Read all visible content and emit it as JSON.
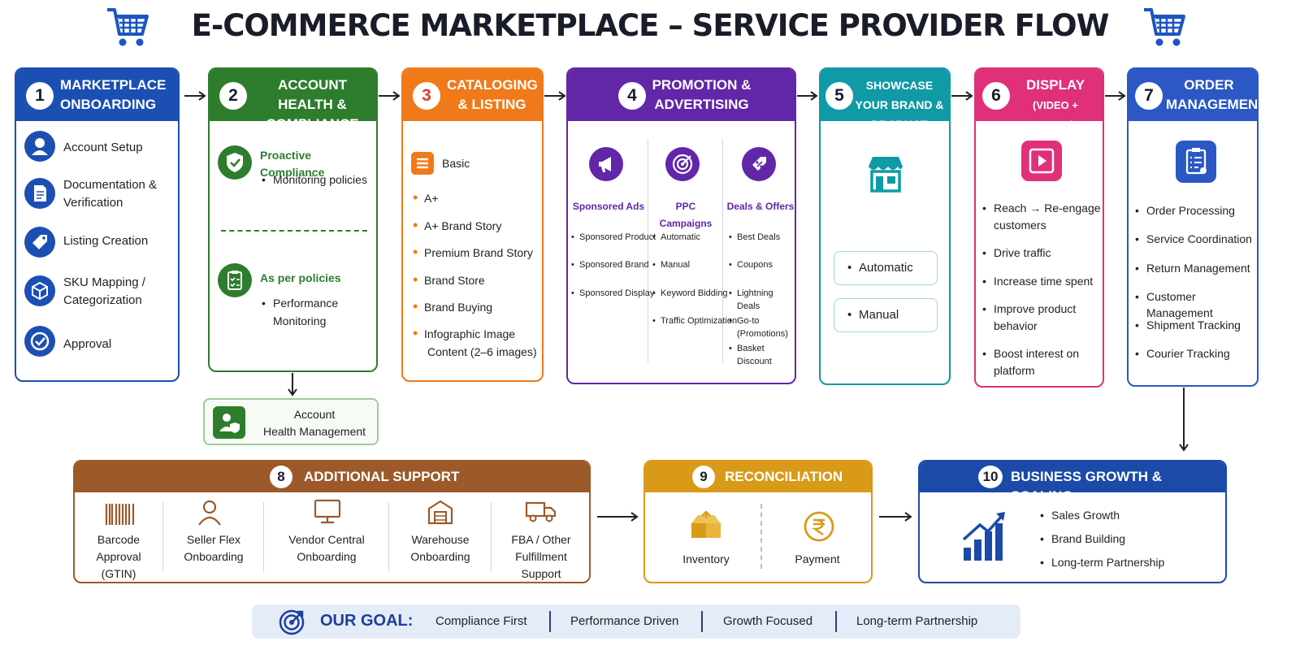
{
  "title": "E-COMMERCE MARKETPLACE – SERVICE PROVIDER FLOW",
  "colors": {
    "step1": "#1c4fb3",
    "step2": "#2e7d2d",
    "step3": "#f07a1a",
    "step4": "#6226a8",
    "step5": "#0f9aa6",
    "step6": "#e0307a",
    "step7": "#2b58c5",
    "step8": "#9c5a2a",
    "step9": "#d99a19",
    "step10": "#1b4aa8"
  },
  "steps": [
    {
      "num": "1",
      "title": "Marketplace Onboarding",
      "items": [
        "Account Setup",
        "Documentation &",
        "Verification",
        "Listing Creation",
        "SKU Mapping /",
        "Categorization",
        "Approval"
      ]
    },
    {
      "num": "2",
      "title": "Account Health & Compliance",
      "a_title": "Proactive Compliance",
      "a_item": "Monitoring policies",
      "b_title": "As per policies",
      "b_item": "Performance",
      "b_item2": "Monitoring",
      "sub_line1": "Account",
      "sub_line2": "Health Management"
    },
    {
      "num": "3",
      "title": "Cataloging & Listing",
      "first": "Basic",
      "items": [
        "A+",
        "A+ Brand Story",
        "Premium Brand Story",
        "Brand Store",
        "Brand Buying",
        "Infographic Image",
        "Content (2–6 images)"
      ]
    },
    {
      "num": "4",
      "title": "Promotion & Advertising",
      "cols": [
        {
          "title": "Sponsored Ads",
          "items": [
            "Sponsored Product",
            "Sponsored Brand",
            "Sponsored Display"
          ]
        },
        {
          "title": "PPC Campaigns",
          "items": [
            "Automatic",
            "Manual",
            "Keyword Bidding",
            "Traffic Optimization"
          ]
        },
        {
          "title": "Deals & Offers",
          "items": [
            "Best Deals",
            "Coupons",
            "Lightning Deals",
            "Go-to (Promotions)",
            "Basket Discount"
          ]
        }
      ]
    },
    {
      "num": "5",
      "title": "Showcase Your Brand & Product",
      "options": [
        "Automatic",
        "Manual"
      ]
    },
    {
      "num": "6",
      "title": "Display",
      "subtitle": "(Video + Audio)",
      "items": [
        "Reach → Re-engage",
        "customers",
        "Drive traffic",
        "Increase time spent",
        "Improve product",
        "behavior",
        "Boost interest on",
        "platform"
      ]
    },
    {
      "num": "7",
      "title": "Order Management",
      "items": [
        "Order Processing",
        "Service Coordination",
        "Return Management",
        "Customer Management",
        "Shipment Tracking",
        "Courier Tracking"
      ]
    },
    {
      "num": "8",
      "title": "Additional Support",
      "items": [
        {
          "l1": "Barcode",
          "l2": "Approval",
          "l3": "(GTIN)"
        },
        {
          "l1": "Seller Flex",
          "l2": "Onboarding",
          "l3": ""
        },
        {
          "l1": "Vendor Central",
          "l2": "Onboarding",
          "l3": ""
        },
        {
          "l1": "Warehouse",
          "l2": "Onboarding",
          "l3": ""
        },
        {
          "l1": "FBA / Other",
          "l2": "Fulfillment",
          "l3": "Support"
        }
      ]
    },
    {
      "num": "9",
      "title": "Reconciliation",
      "items": [
        "Inventory",
        "Payment"
      ]
    },
    {
      "num": "10",
      "title": "Business Growth & Scaling",
      "items": [
        "Sales Growth",
        "Brand Building",
        "Long-term Partnership"
      ]
    }
  ],
  "goal": {
    "label": "OUR GOAL:",
    "items": [
      "Compliance First",
      "Performance Driven",
      "Growth Focused",
      "Long-term Partnership"
    ]
  },
  "icons": {
    "cart": "shopping-cart-icon",
    "step1": [
      "user-icon",
      "document-icon",
      "tag-icon",
      "box-icon",
      "check-icon"
    ],
    "step2": [
      "shield-check-icon",
      "clipboard-check-icon",
      "user-shield-icon"
    ],
    "step3": "list-icon",
    "step4": [
      "megaphone-icon",
      "target-icon",
      "discount-tag-icon"
    ],
    "step5": "storefront-icon",
    "step6": "play-icon",
    "step7": "clipboard-icon",
    "step8": [
      "barcode-icon",
      "person-icon",
      "monitor-icon",
      "warehouse-icon",
      "truck-icon"
    ],
    "step9": [
      "inventory-icon",
      "rupee-icon"
    ],
    "step10": "growth-chart-icon",
    "goal": "target-icon"
  }
}
